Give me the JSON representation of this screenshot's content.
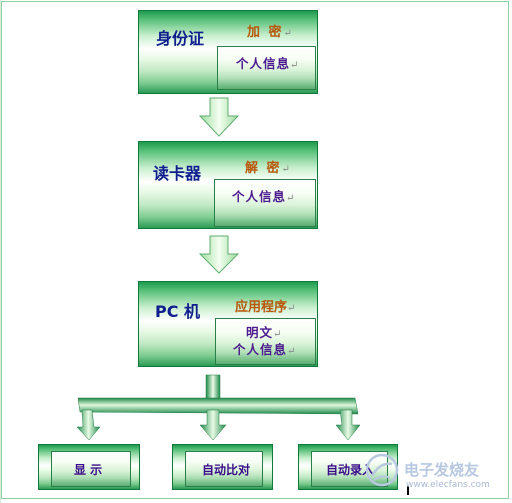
{
  "diagram": {
    "id_card_box": {
      "title": "身份证",
      "action": "加 密",
      "info": "个人信息"
    },
    "reader_box": {
      "title": "读卡器",
      "action": "解 密",
      "info": "个人信息"
    },
    "pc_box": {
      "title": "PC 机",
      "action": "应用程序",
      "info_line1": "明文",
      "info_line2": "个人信息"
    },
    "outputs": [
      {
        "label": "显 示"
      },
      {
        "label": "自动比对"
      },
      {
        "label": "自动录入"
      }
    ],
    "return_mark": "↵"
  },
  "watermark": {
    "text": "电子发烧友",
    "url": "www.elecfans.com"
  },
  "colors": {
    "box_border": "#0f7a3a",
    "title_text": "#0f1e8f",
    "action_text": "#b8570a",
    "info_text": "#4c1a8f",
    "arrow_fill": "#cfeec9",
    "arrow_stroke": "#5fae6f"
  }
}
